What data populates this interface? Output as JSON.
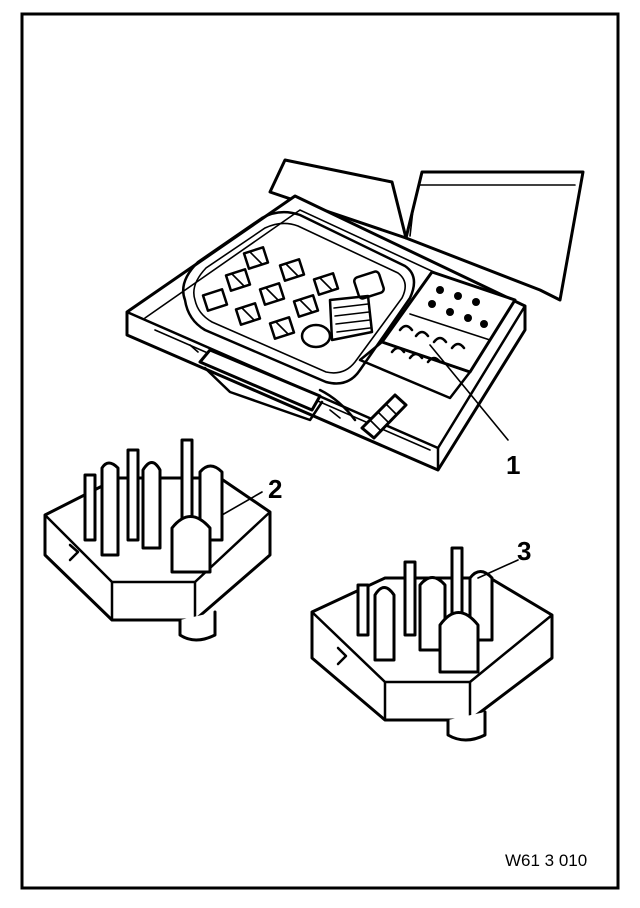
{
  "callouts": {
    "one": "1",
    "two": "2",
    "three": "3"
  },
  "figure_ref": "W61 3 010",
  "colors": {
    "line": "#000000",
    "background": "#ffffff"
  }
}
